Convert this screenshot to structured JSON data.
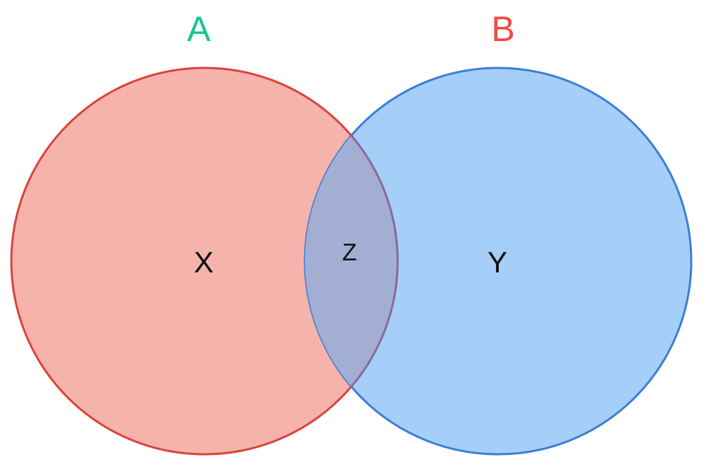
{
  "diagram": {
    "type": "venn",
    "sets": [
      {
        "title": "A",
        "title_color": "#1bc48f",
        "fill": "#f08a80",
        "stroke": "#d9433d",
        "region_label": "X"
      },
      {
        "title": "B",
        "title_color": "#ee4c43",
        "fill": "#75b6f6",
        "stroke": "#3d7ed6",
        "region_label": "Y"
      }
    ],
    "intersection": {
      "label": "Z",
      "fill": "#a3aed3"
    }
  }
}
